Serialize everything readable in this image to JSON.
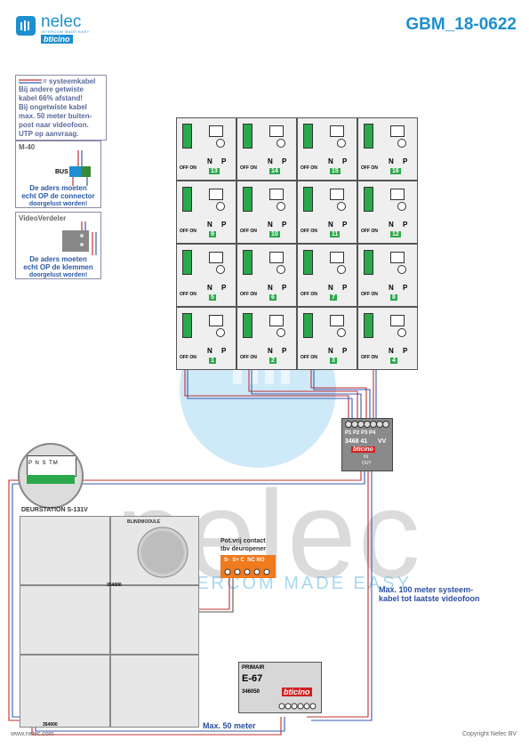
{
  "header": {
    "brand": "nelec",
    "brand_tagline": "INTERCOM MADE EASY",
    "sub_brand": "bticino",
    "doc_code": "GBM_18-0622"
  },
  "legend": {
    "system_cable_label": "= systeemkabel",
    "lines": [
      "Bij andere getwiste",
      "kabel 66% afstand!",
      "Bij ongetwiste kabel",
      "max. 50 meter buiten-",
      "post naar videofoon.",
      "UTP op aanvraag."
    ]
  },
  "m40": {
    "title": "M-40",
    "bus_label": "BUS",
    "note": [
      "De aders moeten",
      "echt OP de connector",
      "doorgelust worden!"
    ]
  },
  "verdeler": {
    "title": "VideoVerdeler",
    "note": [
      "De aders moeten",
      "echt OP de klemmen",
      "doorgelust worden!"
    ]
  },
  "monitors": {
    "n_label": "N",
    "p_label": "P",
    "off_on": "OFF ON",
    "numbers": [
      "13",
      "14",
      "15",
      "16",
      "9",
      "10",
      "11",
      "12",
      "5",
      "6",
      "7",
      "8",
      "1",
      "2",
      "3",
      "4"
    ]
  },
  "distributor": {
    "ports": "P1 P2 P3 P4",
    "code": "3468 41",
    "vv": "VV",
    "brand": "bticino",
    "in": "IN",
    "out": "OUT"
  },
  "door_station": {
    "title": "DEURSTATION S-131V",
    "blind_module": "BLINDMODULE",
    "connector_labels": "P N S TM",
    "cable_code_1": "354000",
    "cable_code_2": "354000"
  },
  "relay": {
    "title_line1": "Pot.vrij contact",
    "title_line2": "tbv deuropener",
    "terminals": "S-  S+ C  NC NO"
  },
  "power": {
    "label": "PRIMAIR",
    "model": "E-67",
    "code": "346050",
    "brand": "bticino"
  },
  "notes": {
    "max100_line1": "Max. 100 meter systeem-",
    "max100_line2": "kabel tot laatste videofoon",
    "max50": "Max. 50 meter"
  },
  "watermark": {
    "word": "nelec",
    "tagline": "INTERCOM MADE EASY"
  },
  "footer": {
    "url": "www.nelec.com",
    "copyright": "Copyright Nelec BV"
  },
  "colors": {
    "brand_blue": "#1d8fd0",
    "text_blue": "#2a5aa8",
    "green": "#2aa84a",
    "orange": "#f07a1e",
    "wire_red": "#c03030",
    "wire_blue": "#3a5ab0"
  }
}
